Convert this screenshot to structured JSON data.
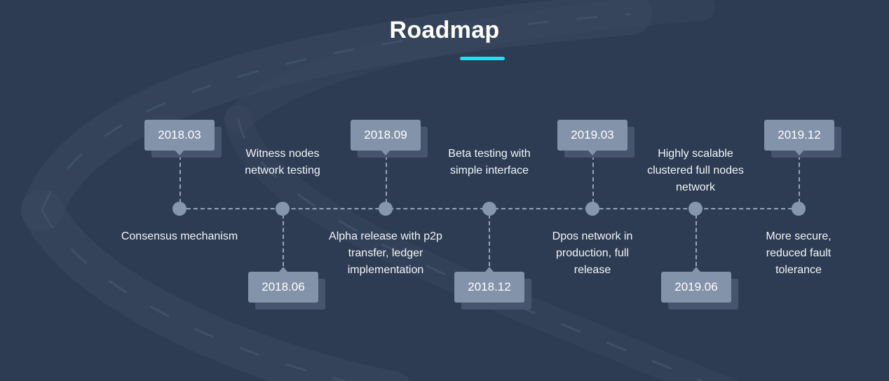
{
  "title": "Roadmap",
  "colors": {
    "background": "#2e3c53",
    "accent": "#19e3ee",
    "box": "#8393aa",
    "dot": "#8596ad"
  },
  "milestones": [
    {
      "date": "2018.03",
      "text": "Consensus mechanism"
    },
    {
      "date": "2018.06",
      "text": "Witness nodes network testing"
    },
    {
      "date": "2018.09",
      "text": "Alpha release with p2p transfer, ledger implementation"
    },
    {
      "date": "2018.12",
      "text": "Beta testing with simple interface"
    },
    {
      "date": "2019.03",
      "text": "Dpos network in production, full release"
    },
    {
      "date": "2019.06",
      "text": "Highly scalable clustered full nodes network"
    },
    {
      "date": "2019.12",
      "text": "More secure, reduced fault tolerance"
    }
  ]
}
